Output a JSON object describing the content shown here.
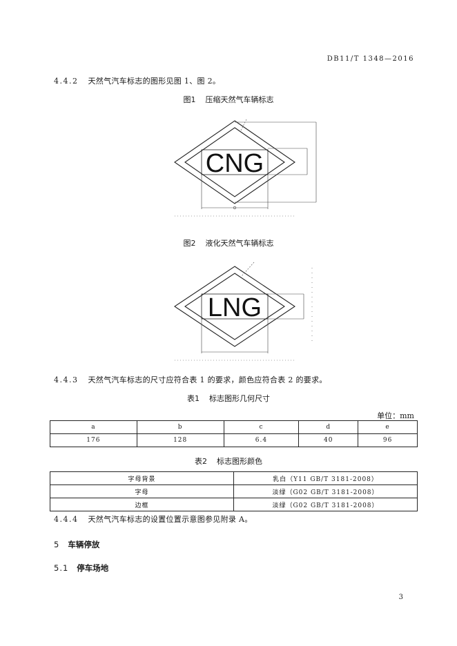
{
  "header": {
    "doc_id": "DB11/T 1348—2016"
  },
  "clause_442": {
    "number": "4.4.2",
    "text": "天然气汽车标志的图形见图 1、图 2。"
  },
  "figure1": {
    "number": "图1",
    "title": "压缩天然气车辆标志",
    "logo_text": "CNG"
  },
  "figure2": {
    "number": "图2",
    "title": "液化天然气车辆标志",
    "logo_text": "LNG"
  },
  "clause_443": {
    "number": "4.4.3",
    "text": "天然气汽车标志的尺寸应符合表 1 的要求，颜色应符合表 2 的要求。"
  },
  "table1": {
    "number": "表1",
    "title": "标志图形几何尺寸",
    "unit": "单位：mm",
    "headers": [
      "a",
      "b",
      "c",
      "d",
      "e"
    ],
    "values": [
      "176",
      "128",
      "6.4",
      "40",
      "96"
    ]
  },
  "table2": {
    "number": "表2",
    "title": "标志图形颜色",
    "rows": [
      {
        "item": "字母背景",
        "color": "乳白（Y11 GB/T 3181-2008）"
      },
      {
        "item": "字母",
        "color": "淡绿（G02 GB/T 3181-2008）"
      },
      {
        "item": "边框",
        "color": "淡绿（G02 GB/T 3181-2008）"
      }
    ]
  },
  "clause_444": {
    "number": "4.4.4",
    "text": "天然气汽车标志的设置位置示意图参见附录 A。"
  },
  "section5": {
    "number": "5",
    "title": "车辆停放"
  },
  "section51": {
    "number": "5.1",
    "title": "停车场地"
  },
  "footer": {
    "page_number": "3"
  }
}
